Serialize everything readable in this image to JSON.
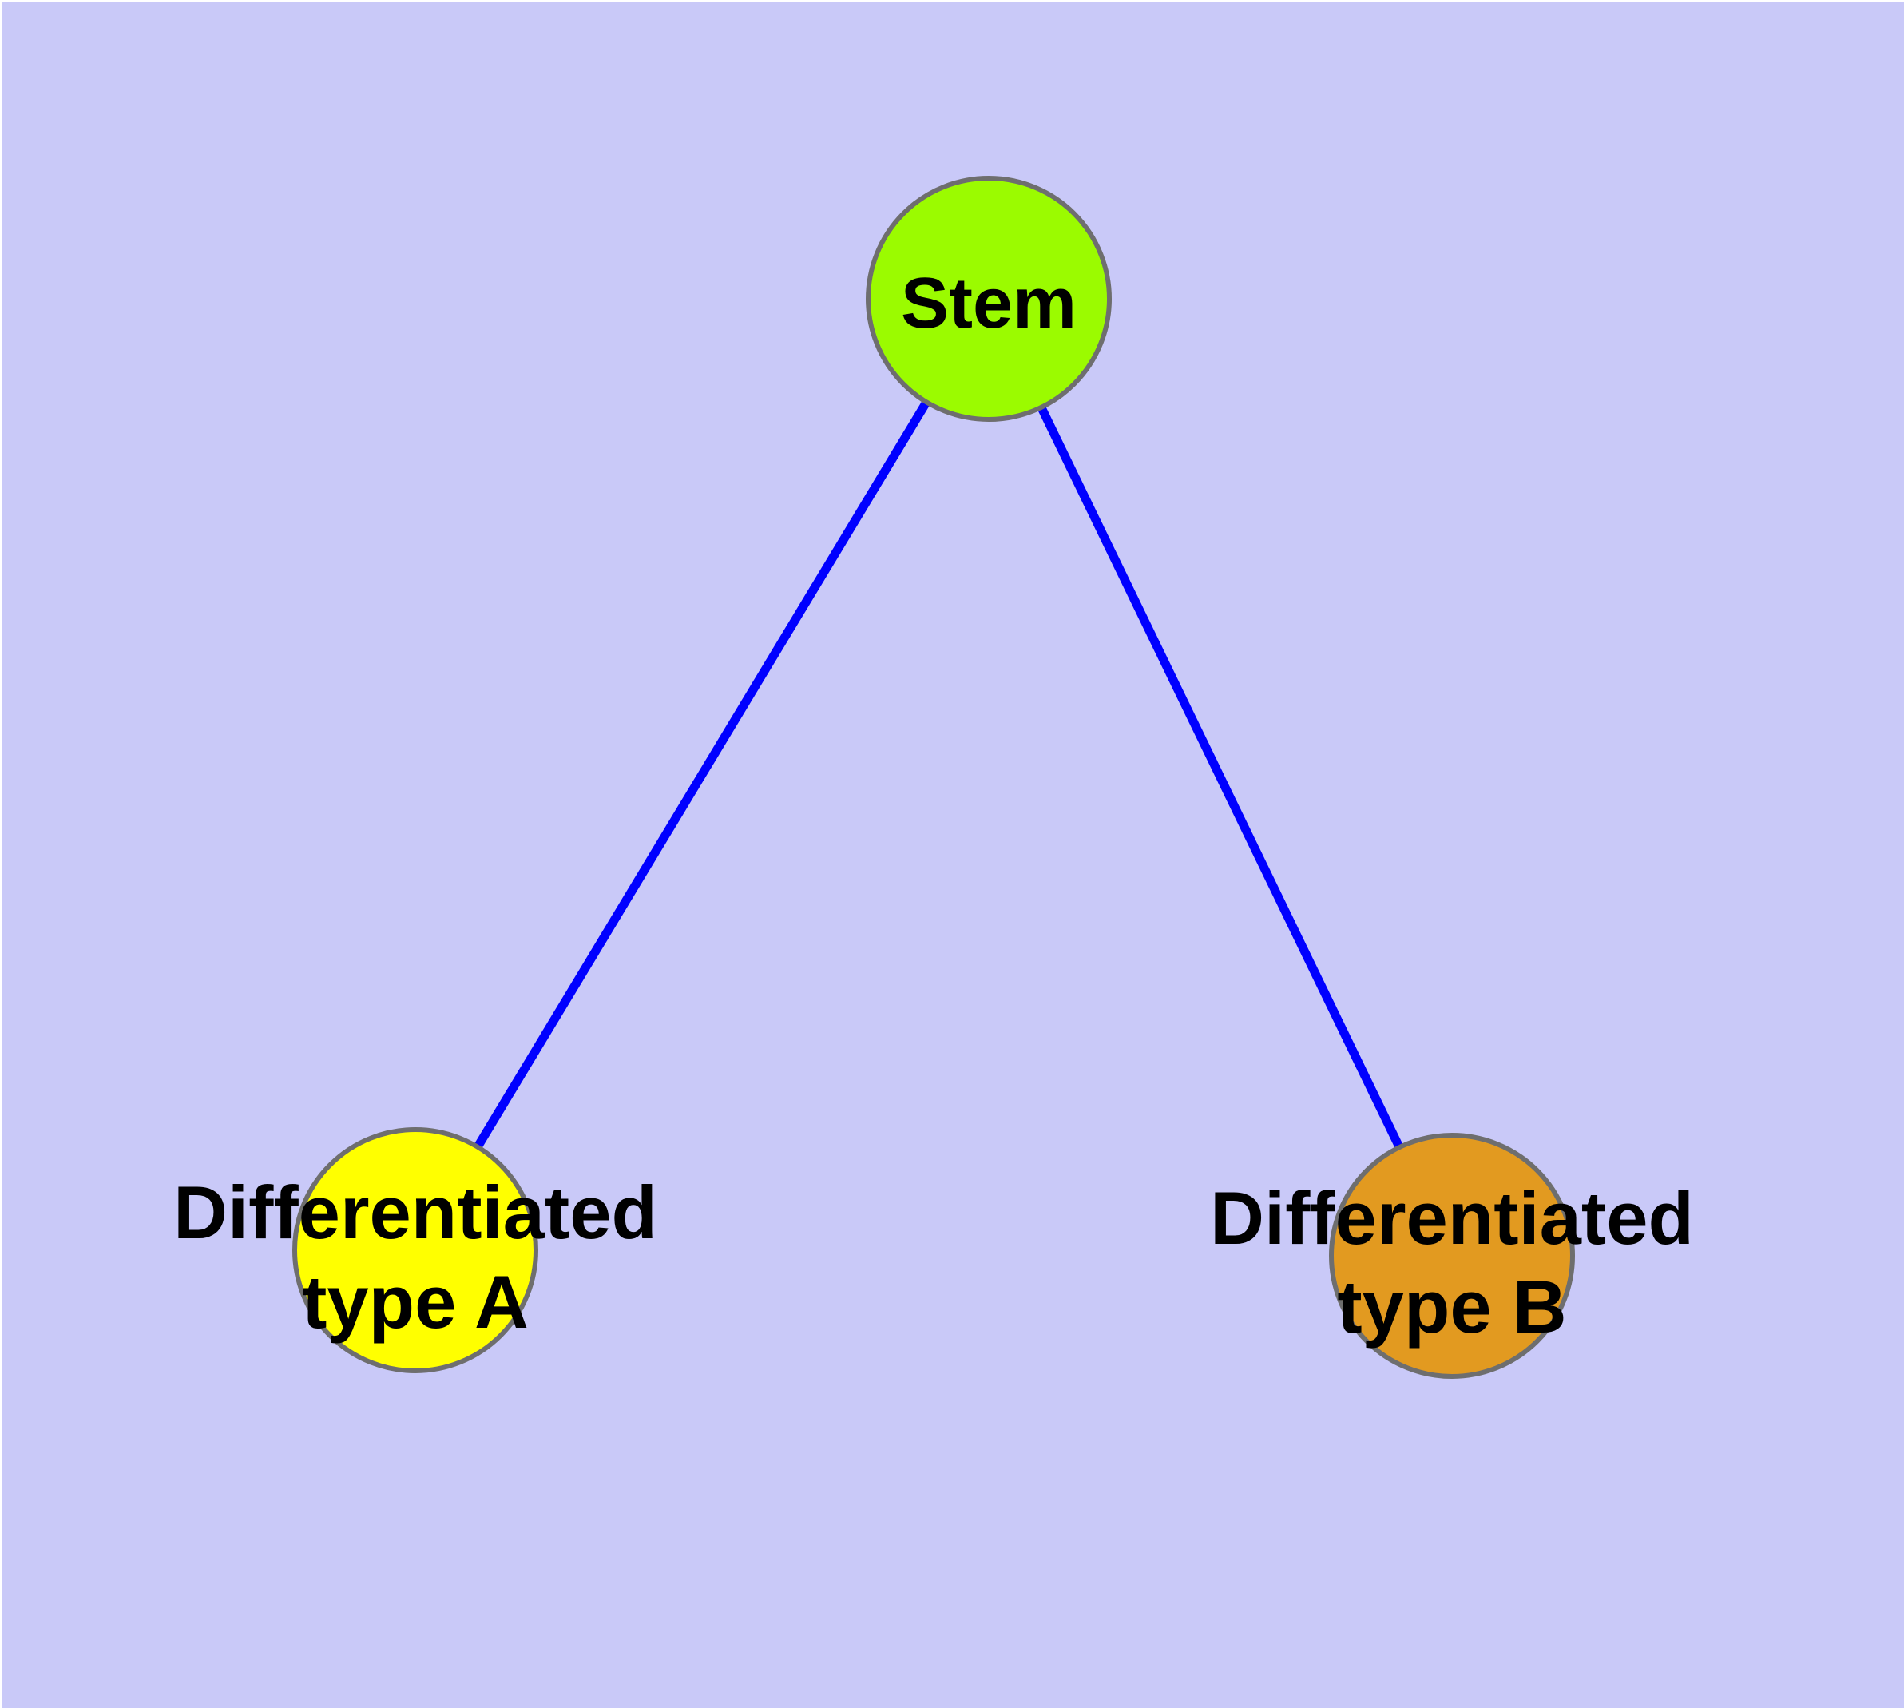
{
  "colors": {
    "background": "#C9C9F8",
    "frame": "#FFFFFF",
    "edge": "#0000FF",
    "node_border": "#6E6E6E",
    "label_text": "#000000"
  },
  "graph": {
    "nodes": [
      {
        "id": "stem",
        "label": "Stem",
        "fill": "#9BFB00"
      },
      {
        "id": "diff-a",
        "label_line1": "Differentiated",
        "label_line2": "type A",
        "fill": "#FFFF00"
      },
      {
        "id": "diff-b",
        "label_line1": "Differentiated",
        "label_line2": "type B",
        "fill": "#E29A20"
      }
    ],
    "edges": [
      {
        "from": "Stem",
        "to": "Differentiated type A"
      },
      {
        "from": "Stem",
        "to": "Differentiated type B"
      }
    ]
  }
}
